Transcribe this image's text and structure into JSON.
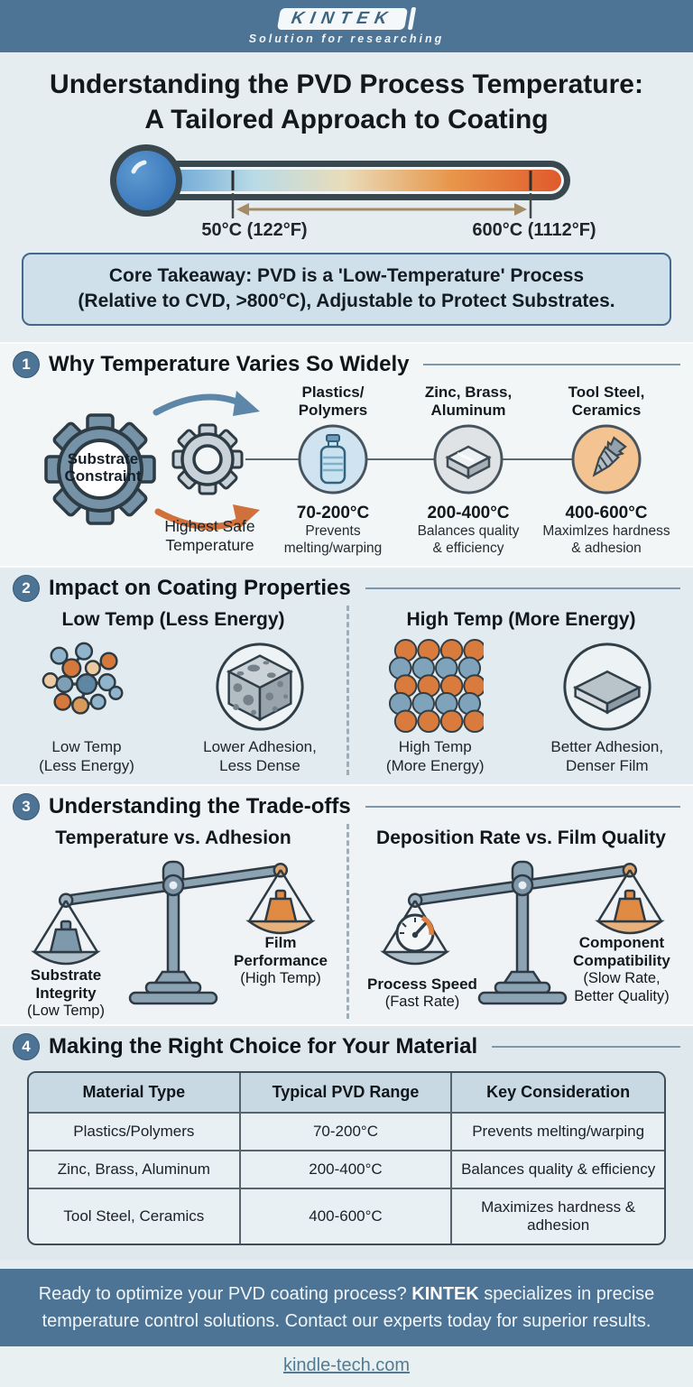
{
  "header": {
    "logo": "KINTEK",
    "tagline": "Solution for researching"
  },
  "title": {
    "line1": "Understanding the PVD Process Temperature:",
    "line2": "A Tailored Approach to Coating"
  },
  "thermometer": {
    "low": "50°C (122°F)",
    "high": "600°C (1112°F)"
  },
  "takeaway": {
    "line1": "Core Takeaway: PVD is a 'Low-Temperature' Process",
    "line2": "(Relative to CVD, >800°C), Adjustable to Protect Substrates."
  },
  "section1": {
    "number": "1",
    "title": "Why Temperature Varies So Widely",
    "gear_label": "Substrate\nConstraint",
    "gear_caption": "Highest Safe\nTemperature",
    "materials": [
      {
        "name": "Plastics/\nPolymers",
        "temp": "70-200°C",
        "desc": "Prevents\nmelting/warping",
        "icon": "bottle-icon"
      },
      {
        "name": "Zinc, Brass,\nAluminum",
        "temp": "200-400°C",
        "desc": "Balances quality\n& efficiency",
        "icon": "ingot-icon"
      },
      {
        "name": "Tool Steel,\nCeramics",
        "temp": "400-600°C",
        "desc": "Maximlzes hardness\n& adhesion",
        "icon": "drill-bit-icon"
      }
    ]
  },
  "section2": {
    "number": "2",
    "title": "Impact on Coating Properties",
    "left": {
      "heading": "Low Temp (Less Energy)",
      "item1_label": "Low Temp\n(Less Energy)",
      "item2_label": "Lower Adhesion,\nLess Dense"
    },
    "right": {
      "heading": "High Temp (More Energy)",
      "item1_label": "High Temp\n(More Energy)",
      "item2_label": "Better Adhesion,\nDenser Film"
    }
  },
  "section3": {
    "number": "3",
    "title": "Understanding the Trade-offs",
    "left": {
      "heading": "Temperature vs. Adhesion",
      "left_label": "Substrate\nIntegrity",
      "left_sub": "(Low Temp)",
      "right_label": "Film\nPerformance",
      "right_sub": "(High Temp)"
    },
    "right": {
      "heading": "Deposition Rate vs. Film Quality",
      "left_label": "Process Speed",
      "left_sub": "(Fast Rate)",
      "right_label": "Component\nCompatibility",
      "right_sub": "(Slow Rate,\nBetter Quality)"
    }
  },
  "section4": {
    "number": "4",
    "title": "Making the Right Choice for Your Material",
    "table": {
      "headers": [
        "Material Type",
        "Typical PVD Range",
        "Key Consideration"
      ],
      "rows": [
        [
          "Plastics/Polymers",
          "70-200°C",
          "Prevents melting/warping"
        ],
        [
          "Zinc, Brass, Aluminum",
          "200-400°C",
          "Balances quality & efficiency"
        ],
        [
          "Tool Steel, Ceramics",
          "400-600°C",
          "Maximizes hardness & adhesion"
        ]
      ]
    }
  },
  "footer": {
    "cta_before": "Ready to optimize your PVD coating process? ",
    "cta_brand": "KINTEK",
    "cta_after": " specializes in precise temperature control solutions. Contact our experts today for superior results.",
    "link": "kindle-tech.com"
  },
  "colors": {
    "accent": "#4d7495",
    "orange": "#dd7d3f",
    "steel_blue": "#7e99ab",
    "band_light": "#e5edf0"
  }
}
